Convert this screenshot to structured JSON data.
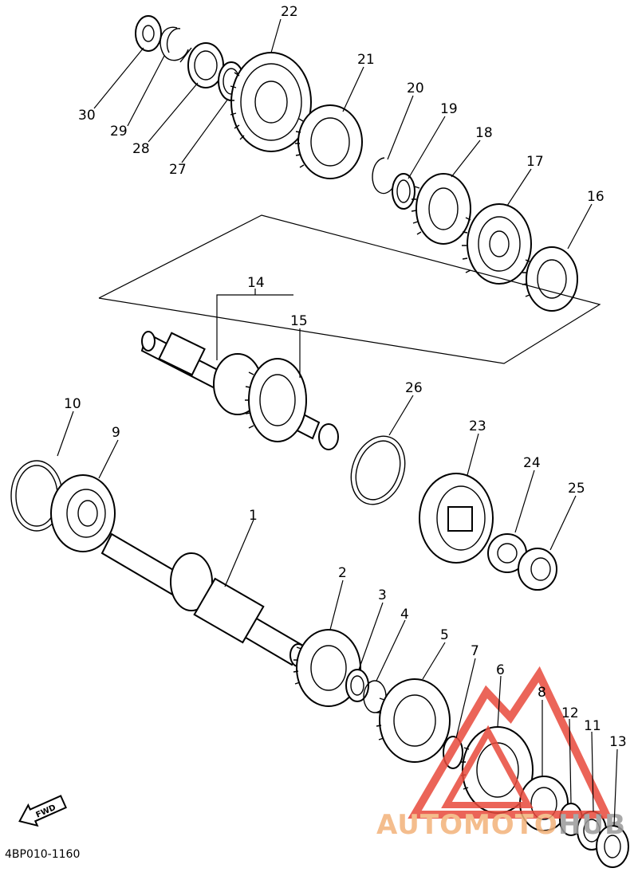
{
  "diagram": {
    "part_code": "4BP010-1160",
    "fwd_label": "FWD",
    "watermark": {
      "text_a": "AUTOMOTO",
      "text_b": "HUB",
      "color_a": "#f3b27a",
      "color_b": "#9a9a9a",
      "logo_color": "#e84a3c"
    },
    "callouts": {
      "c1": "1",
      "c2": "2",
      "c3": "3",
      "c4": "4",
      "c5": "5",
      "c6": "6",
      "c7": "7",
      "c8": "8",
      "c9": "9",
      "c10": "10",
      "c11": "11",
      "c12": "12",
      "c13": "13",
      "c14": "14",
      "c15": "15",
      "c16": "16",
      "c17": "17",
      "c18": "18",
      "c19": "19",
      "c20": "20",
      "c21": "21",
      "c22": "22",
      "c23": "23",
      "c24": "24",
      "c25": "25",
      "c26": "26",
      "c27": "27",
      "c28": "28",
      "c29": "29",
      "c30": "30"
    }
  }
}
